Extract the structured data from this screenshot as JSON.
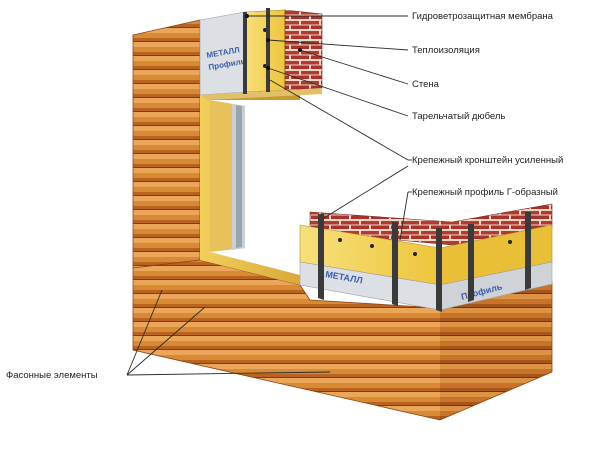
{
  "labels": {
    "membrane": "Гидроветрозащитная мембрана",
    "insulation": "Теплоизоляция",
    "wall": "Стена",
    "dowel": "Тарельчатый дюбель",
    "bracket": "Крепежный кронштейн усиленный",
    "profile": "Крепежный профиль Г-образный",
    "shaped": "Фасонные элементы"
  },
  "membrane_print": [
    "МЕТАЛЛ",
    "Профиль"
  ],
  "colors": {
    "wood_light": "#e59a3c",
    "wood_dark": "#b8621e",
    "brick": "#b5392c",
    "mortar": "#e8d6c8",
    "insulation": "#f2d24a",
    "membrane": "#dcdfe3",
    "steel": "#3a3a3a"
  },
  "icons": [
    "leader-line",
    "leader-dot"
  ]
}
